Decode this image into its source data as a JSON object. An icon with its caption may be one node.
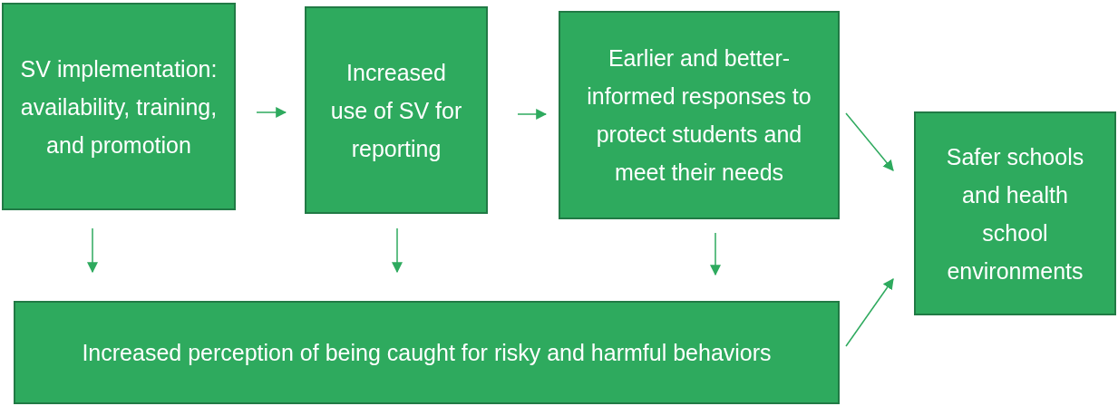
{
  "diagram": {
    "nodes": [
      {
        "text": [
          "SV implementation: availability, training, and promotion"
        ]
      },
      {
        "text": [
          "Increased use of SV for reporting"
        ]
      },
      {
        "text": [
          "Earlier and better-informed responses to protect students and meet their needs"
        ]
      },
      {
        "text": [
          "Safer schools and health school environments"
        ]
      },
      {
        "text": [
          "Increased perception of being caught for risky and harmful behaviors"
        ]
      }
    ],
    "edges": [
      {
        "from": 0,
        "to": 1,
        "arrow": "to"
      },
      {
        "from": 1,
        "to": 2,
        "arrow": "to"
      },
      {
        "from": 2,
        "to": 3,
        "arrow": "to"
      },
      {
        "from": 4,
        "to": 3,
        "arrow": "to"
      },
      {
        "from": 0,
        "to": 4,
        "arrow": "to"
      },
      {
        "from": 1,
        "to": 4,
        "arrow": "to"
      },
      {
        "from": 2,
        "to": 4,
        "arrow": "to"
      }
    ]
  }
}
